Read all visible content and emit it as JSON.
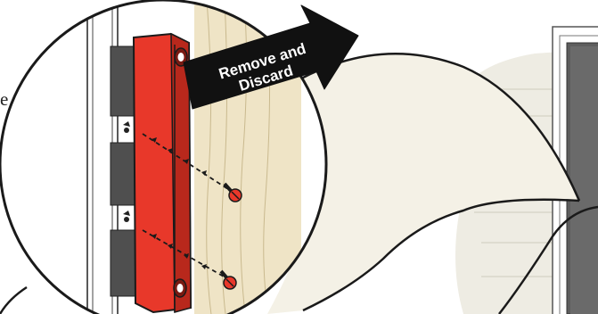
{
  "illustration": {
    "callout_text": "Remove and Discard",
    "callout_line_1": "Remove and",
    "callout_line_2": "Discard",
    "partial_text": "e",
    "parts": [
      "shipping-bracket",
      "window-frame",
      "wood-jamb",
      "screws"
    ],
    "colors": {
      "bracket": "#e8382a",
      "bracket_dark": "#8c1f16",
      "wood": "#efe4c6",
      "arrow": "#111111",
      "siding": "#eeece3",
      "glass": "#5a5a5a",
      "outline": "#1a1a1a"
    }
  }
}
